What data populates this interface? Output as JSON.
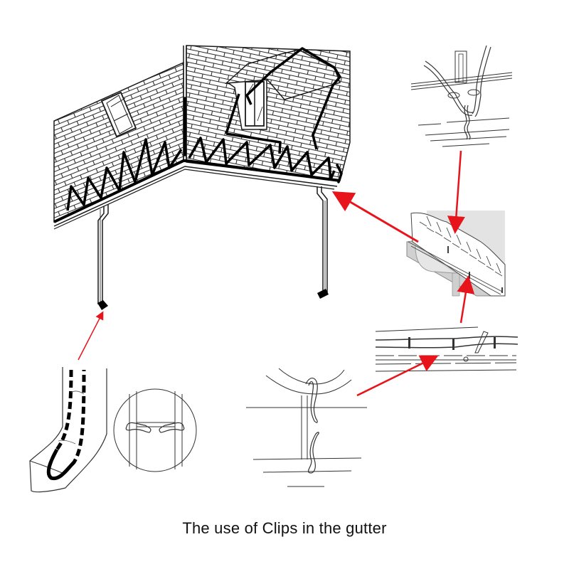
{
  "caption": "The use of Clips in the gutter",
  "colors": {
    "line": "#1a1a1a",
    "heating_cable": "#000000",
    "arrow": "#e8141b",
    "inset_gray": "#d9d9d9",
    "background": "#ffffff"
  },
  "panels": [
    {
      "id": "house-roof",
      "description": "Roof with bricks/shingles, skylight window, dormer, gutters, downpipes and zig-zag heating cable"
    },
    {
      "id": "clip-hook-top",
      "description": "Heating cable loops held by hook clip on gutter edge"
    },
    {
      "id": "gutter-roof-edge",
      "description": "Close-up of roof edge with gutter and clip positions"
    },
    {
      "id": "gutter-clips-row",
      "description": "Cable run along gutter with clips at intervals"
    },
    {
      "id": "downpipe-cable",
      "description": "Dashed cable loop inside downpipe bend"
    },
    {
      "id": "circle-detail",
      "description": "Circular detail of S-hooks linking cable in downpipe"
    },
    {
      "id": "s-hook-detail",
      "description": "S-hook clip suspending cable from gutter"
    }
  ],
  "arrows": [
    {
      "from": "gutter-roof-edge",
      "to": "house-roof-gutter-corner"
    },
    {
      "from": "clip-hook-top",
      "to": "gutter-roof-edge"
    },
    {
      "from": "gutter-clips-row",
      "to": "gutter-roof-edge"
    },
    {
      "from": "s-hook-detail",
      "to": "gutter-clips-row"
    },
    {
      "from": "downpipe-cable",
      "to": "house-left-downpipe"
    }
  ]
}
